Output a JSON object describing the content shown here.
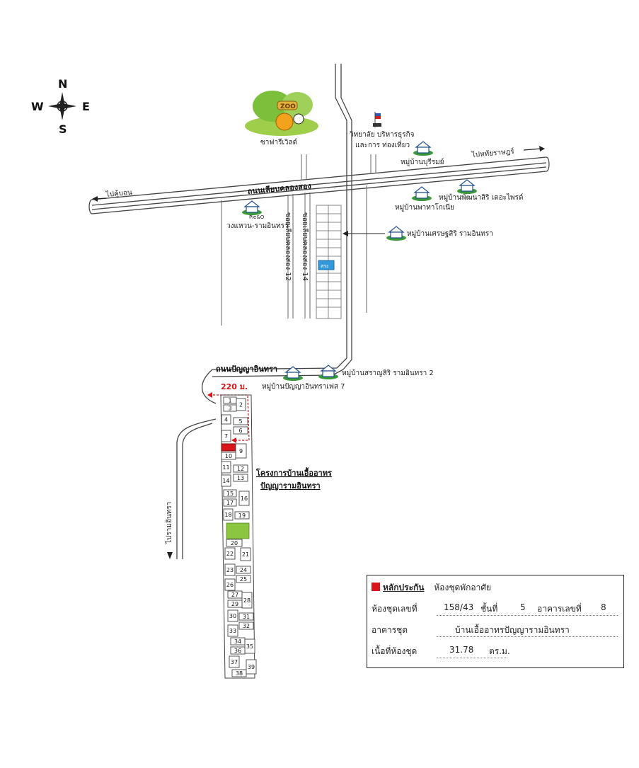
{
  "compass": {
    "n": "N",
    "s": "S",
    "e": "E",
    "w": "W"
  },
  "landmarks": {
    "zoo_sign": "ZOO",
    "safari_world": "ซาฟารีเวิลด์",
    "college_line1": "วิทยาลัย บริหารธุรกิจ",
    "college_line2": "และการ ท่องเที่ยว",
    "to_nonthaburi": "ไปหทัยราษฎร์",
    "to_khubon": "ไปคู้บอน",
    "main_road": "ถนนเลียบคลองสอง",
    "village_burirom": "หมู่บ้านบุรีรมย์",
    "village_pattana": "หมู่บ้านพัฒนาสิริ เดอะไพรด์",
    "village_pruksa": "หมู่บ้านพาทาโกเนีย",
    "village_ramintra": "หมู่บ้านเศรษฐสิริ รามอินทรา",
    "ring_label": "วงแหวน-รามอินทรา",
    "ring_small": "Pie&O",
    "soi12": "ซอยเลียบคลองสอง 12",
    "soi14": "ซอยเลียบคลองสอง 14",
    "pond": "สระ",
    "panya_road": "ถนนปัญญาอินทรา",
    "village_saransiri": "หมู่บ้านสราญสิริ รามอินทรา 2",
    "village_panya": "หมู่บ้านปัญญาอินทราเฟส 7",
    "distance": "220 ม.",
    "project_line1": "โครงการบ้านเอื้ออาทร",
    "project_line2": "ปัญญารามอินทรา",
    "to_ramintra": "ไปรามอินทรา"
  },
  "plots": [
    "1",
    "2",
    "3",
    "4",
    "5",
    "6",
    "7",
    "9",
    "10",
    "11",
    "12",
    "13",
    "14",
    "15",
    "16",
    "17",
    "18",
    "19",
    "20",
    "21",
    "22",
    "23",
    "24",
    "25",
    "26",
    "27",
    "28",
    "29",
    "30",
    "31",
    "32",
    "33",
    "34",
    "35",
    "36",
    "37",
    "38",
    "39"
  ],
  "legend": {
    "title": "หลักประกัน",
    "subtitle": "ห้องชุดพักอาศัย",
    "unit_label": "ห้องชุดเลขที่",
    "unit_value": "158/43",
    "floor_label": "ชั้นที่",
    "floor_value": "5",
    "building_label": "อาคารเลขที่",
    "building_value": "8",
    "condo_label": "อาคารชุด",
    "condo_value": "บ้านเอื้ออาทรปัญญารามอินทรา",
    "area_label": "เนื้อที่ห้องชุด",
    "area_value": "31.78",
    "area_unit": "ตร.ม."
  },
  "colors": {
    "collateral": "#d8141a",
    "route": "#d8141a",
    "green_area": "#8cc63f",
    "pond": "#3399dd"
  }
}
